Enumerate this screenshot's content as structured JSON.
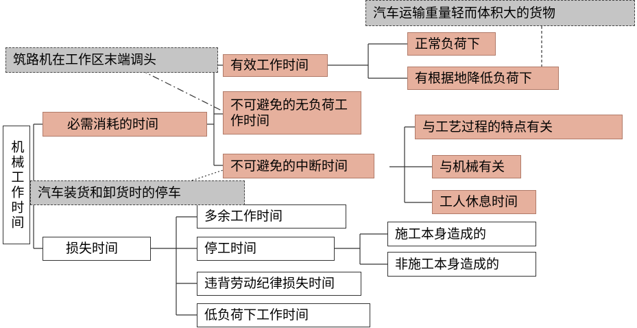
{
  "root": {
    "label": "机械工作时间"
  },
  "necessary": {
    "label": "必需消耗的时间",
    "children": {
      "effective": {
        "label": "有效工作时间",
        "children": [
          "正常负荷下",
          "有根据地降低负荷下"
        ]
      },
      "unavoidable_no_load": {
        "label": "不可避免的无负荷工作时间"
      },
      "unavoidable_interrupt": {
        "label": "不可避免的中断时间",
        "children": [
          "与工艺过程的特点有关",
          "与机械有关",
          "工人休息时间"
        ]
      }
    }
  },
  "loss": {
    "label": "损失时间",
    "children": {
      "extra": {
        "label": "多余工作时间"
      },
      "stop": {
        "label": "停工时间",
        "children": [
          "施工本身造成的",
          "非施工本身造成的"
        ]
      },
      "violation": {
        "label": "违背劳动纪律损失时间"
      },
      "low_load": {
        "label": "低负荷下工作时间"
      }
    }
  },
  "examples": {
    "cargo": "汽车运输重量轻而体积大的货物",
    "turnaround": "筑路机在工作区末端调头",
    "loading": "汽车装货和卸货时的停车"
  }
}
